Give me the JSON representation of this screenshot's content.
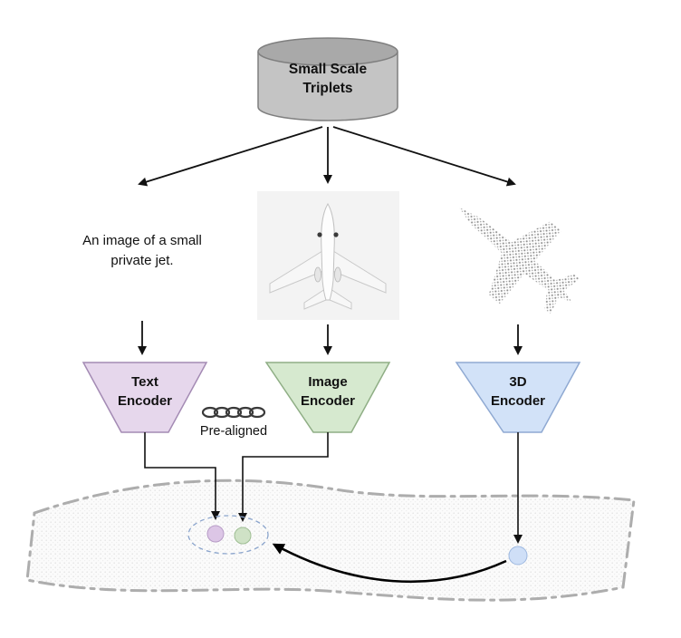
{
  "diagram": {
    "dataset": {
      "line1": "Small Scale",
      "line2": "Triplets"
    },
    "text_input": {
      "line1": "An image of a small",
      "line2": "private jet."
    },
    "encoders": {
      "text": {
        "line1": "Text",
        "line2": "Encoder",
        "fill": "#e6d7ec",
        "stroke": "#a48bb4"
      },
      "image": {
        "line1": "Image",
        "line2": "Encoder",
        "fill": "#d6e9cf",
        "stroke": "#8fae85"
      },
      "threed": {
        "line1": "3D",
        "line2": "Encoder",
        "fill": "#d2e2f8",
        "stroke": "#8fa9d2"
      }
    },
    "pre_aligned_label": "Pre-aligned",
    "embedding_dots": {
      "text_dot": "#dcc6e6",
      "image_dot": "#cfe2c6",
      "threed_dot": "#cfdff7"
    },
    "icons": {
      "dataset": "database-cylinder-icon",
      "pre_aligned": "chain-link-icon"
    }
  }
}
